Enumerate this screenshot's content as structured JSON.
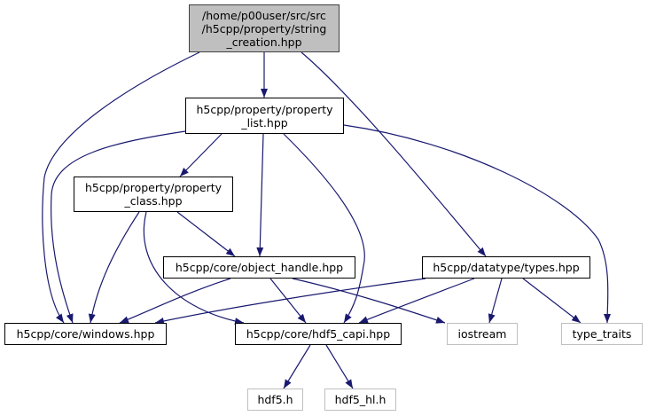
{
  "diagram": {
    "type": "include-dependency-graph",
    "colors": {
      "edge": "#191970",
      "root_fill": "#bfbfbf",
      "node_border": "#000000",
      "external_border": "#bfbfbf"
    },
    "nodes": {
      "root": {
        "lines": [
          "/home/p00user/src/src",
          "/h5cpp/property/string",
          "_creation.hpp"
        ],
        "kind": "root"
      },
      "property_list": {
        "lines": [
          "h5cpp/property/property",
          "_list.hpp"
        ],
        "kind": "internal"
      },
      "property_class": {
        "lines": [
          "h5cpp/property/property",
          "_class.hpp"
        ],
        "kind": "internal"
      },
      "object_handle": {
        "lines": [
          "h5cpp/core/object_handle.hpp"
        ],
        "kind": "internal"
      },
      "types": {
        "lines": [
          "h5cpp/datatype/types.hpp"
        ],
        "kind": "internal"
      },
      "windows": {
        "lines": [
          "h5cpp/core/windows.hpp"
        ],
        "kind": "internal"
      },
      "hdf5_capi": {
        "lines": [
          "h5cpp/core/hdf5_capi.hpp"
        ],
        "kind": "internal"
      },
      "iostream": {
        "lines": [
          "iostream"
        ],
        "kind": "external"
      },
      "type_traits": {
        "lines": [
          "type_traits"
        ],
        "kind": "external"
      },
      "hdf5_h": {
        "lines": [
          "hdf5.h"
        ],
        "kind": "external"
      },
      "hdf5_hl_h": {
        "lines": [
          "hdf5_hl.h"
        ],
        "kind": "external"
      }
    },
    "edges": [
      [
        "root",
        "property_list"
      ],
      [
        "root",
        "windows"
      ],
      [
        "root",
        "types"
      ],
      [
        "property_list",
        "property_class"
      ],
      [
        "property_list",
        "object_handle"
      ],
      [
        "property_list",
        "windows"
      ],
      [
        "property_list",
        "hdf5_capi"
      ],
      [
        "property_list",
        "type_traits"
      ],
      [
        "property_class",
        "object_handle"
      ],
      [
        "property_class",
        "windows"
      ],
      [
        "property_class",
        "hdf5_capi"
      ],
      [
        "object_handle",
        "windows"
      ],
      [
        "object_handle",
        "hdf5_capi"
      ],
      [
        "object_handle",
        "iostream"
      ],
      [
        "types",
        "windows"
      ],
      [
        "types",
        "hdf5_capi"
      ],
      [
        "types",
        "iostream"
      ],
      [
        "types",
        "type_traits"
      ],
      [
        "hdf5_capi",
        "hdf5_h"
      ],
      [
        "hdf5_capi",
        "hdf5_hl_h"
      ]
    ]
  }
}
